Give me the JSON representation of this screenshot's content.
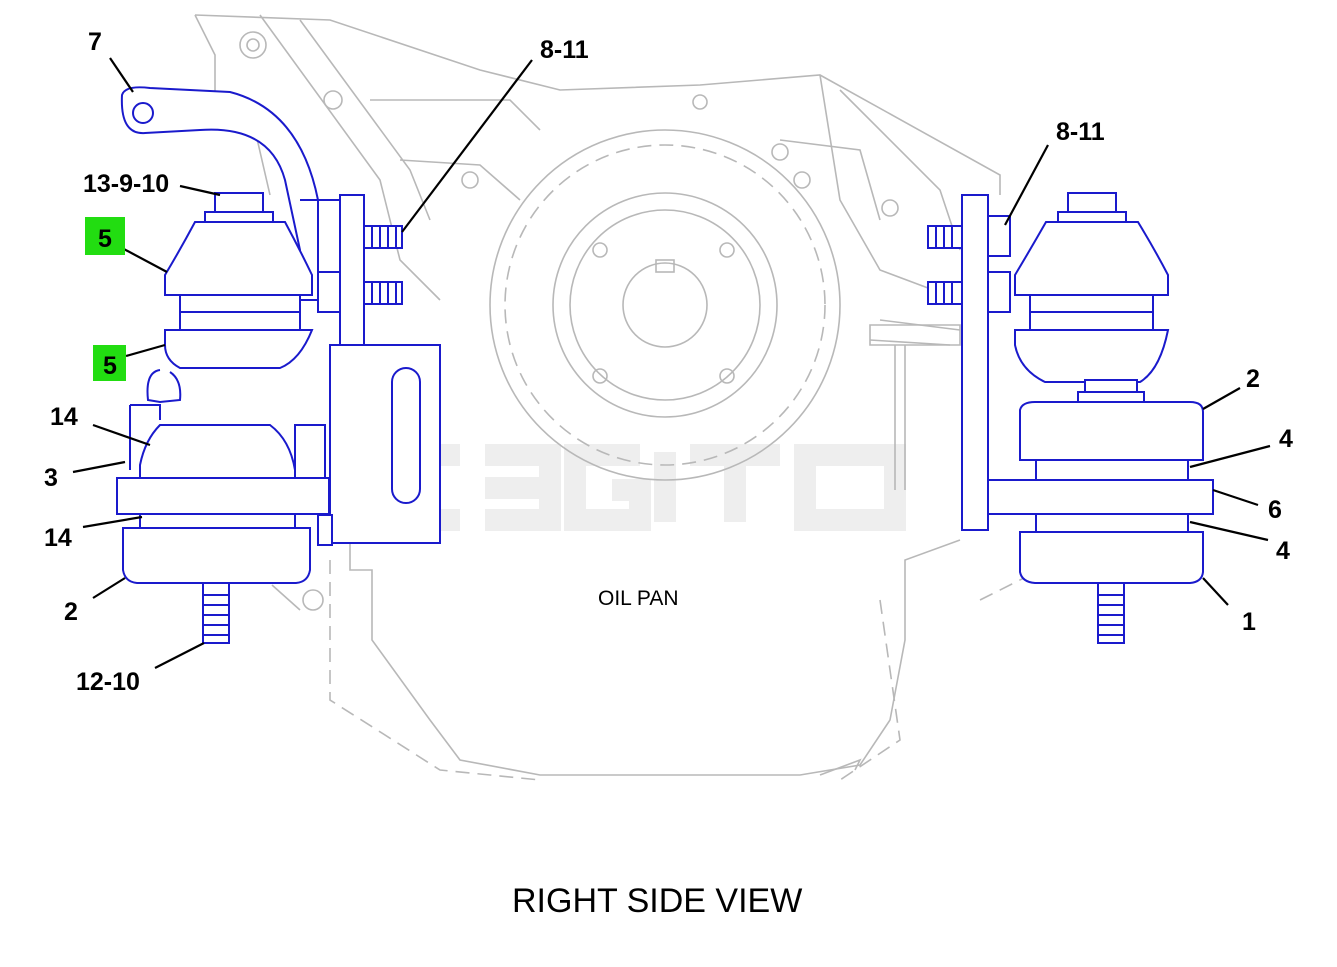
{
  "callouts": {
    "c7": "7",
    "c8_11_left": "8-11",
    "c8_11_right": "8-11",
    "c13_9_10": "13-9-10",
    "c5_upper": "5",
    "c5_lower": "5",
    "c14_upper": "14",
    "c3": "3",
    "c14_lower": "14",
    "c2_left": "2",
    "c12_10": "12-10",
    "c2_right": "2",
    "c4_upper": "4",
    "c6": "6",
    "c4_lower": "4",
    "c1": "1"
  },
  "labels": {
    "oil_pan": "OIL PAN",
    "caption": "RIGHT SIDE VIEW"
  },
  "colors": {
    "highlight": "#22dd11",
    "part_outline": "#1a1acc",
    "engine_outline": "#b8b8b8"
  }
}
